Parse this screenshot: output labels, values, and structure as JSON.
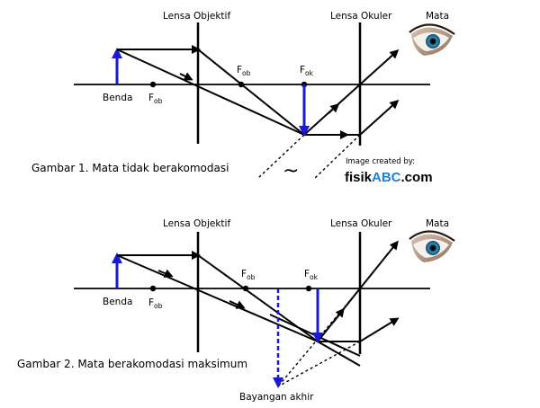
{
  "figure1": {
    "label_objective": "Lensa Objektif",
    "label_ocular": "Lensa Okuler",
    "label_eye": "Mata",
    "label_object": "Benda",
    "label_F": "F",
    "sub_ob": "ob",
    "sub_ok": "ok",
    "caption": "Gambar 1. Mata tidak berakomodasi",
    "infinity_symbol": "~",
    "credit_line": "Image created by:",
    "credit_brand_a": "fisik",
    "credit_brand_b": "ABC",
    "credit_brand_c": ".com"
  },
  "figure2": {
    "label_objective": "Lensa Objektif",
    "label_ocular": "Lensa Okuler",
    "label_eye": "Mata",
    "label_object": "Benda",
    "label_F": "F",
    "sub_ob": "ob",
    "sub_ok": "ok",
    "caption": "Gambar 2. Mata berakomodasi maksimum",
    "final_image_label": "Bayangan akhir"
  },
  "colors": {
    "arrow_blue": "#1a1ad6",
    "brand_blue": "#1f7fd4",
    "line": "#000000"
  }
}
